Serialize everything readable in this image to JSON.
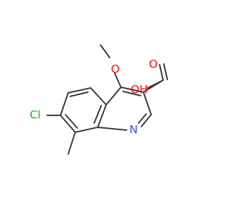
{
  "molecule": {
    "atoms": [
      {
        "id": "O_methoxy",
        "label": "O",
        "color": "#ff0d0d"
      },
      {
        "id": "O_hydroxyl",
        "label": "OH",
        "color": "#ff0d0d"
      },
      {
        "id": "Cl",
        "label": "Cl",
        "color": "#1fb81f"
      },
      {
        "id": "N",
        "label": "N",
        "color": "#3050f8"
      }
    ],
    "colors": {
      "bond": "#3a3a3a",
      "oxygen": "#ff0d0d",
      "chlorine": "#1fb81f",
      "nitrogen": "#3050f8"
    }
  }
}
